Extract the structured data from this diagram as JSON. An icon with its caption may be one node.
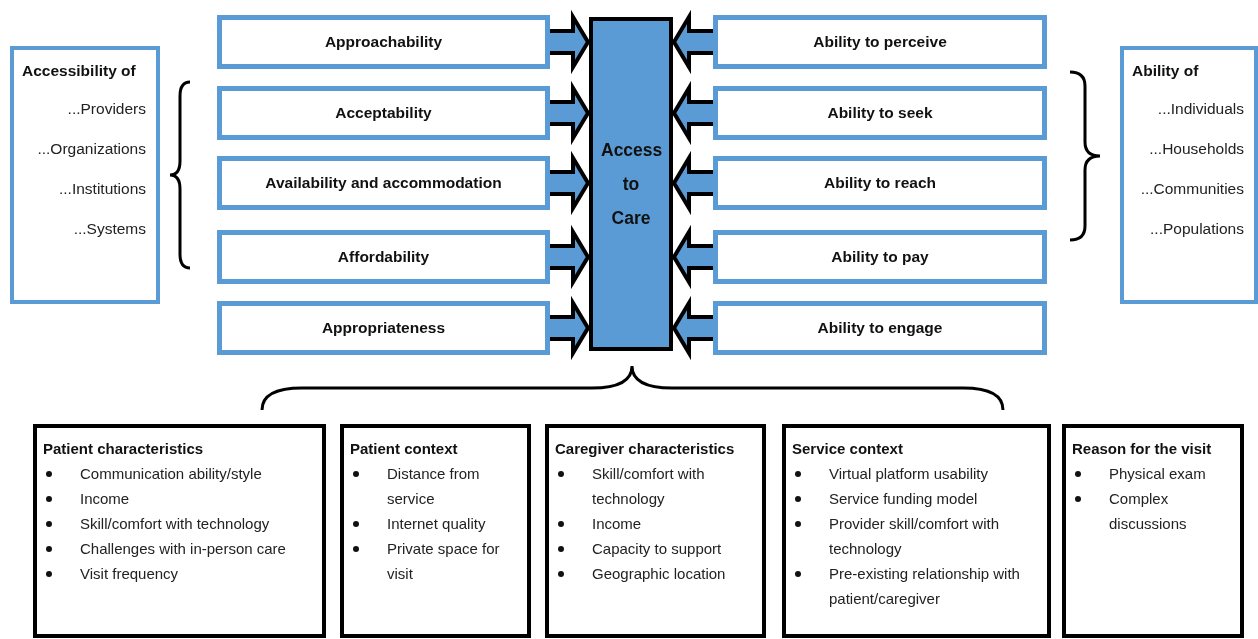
{
  "diagram": {
    "nodes": [
      {
        "text": [
          "Accessibility of",
          "...Providers",
          "...Organizations",
          "...Institutions",
          "...Systems"
        ]
      },
      {
        "text": [
          "Approachability"
        ]
      },
      {
        "text": [
          "Acceptability"
        ]
      },
      {
        "text": [
          "Availability and accommodation"
        ]
      },
      {
        "text": [
          "Affordability"
        ]
      },
      {
        "text": [
          "Appropriateness"
        ]
      },
      {
        "text": [
          "Access to Care"
        ]
      },
      {
        "text": [
          "Ability to perceive"
        ]
      },
      {
        "text": [
          "Ability to seek"
        ]
      },
      {
        "text": [
          "Ability to reach"
        ]
      },
      {
        "text": [
          "Ability to pay"
        ]
      },
      {
        "text": [
          "Ability to engage"
        ]
      },
      {
        "text": [
          "Ability of",
          "...Individuals",
          "...Households",
          "...Communities",
          "...Populations"
        ]
      },
      {
        "text": [
          "Patient characteristics",
          "Communication ability/style",
          "Income",
          "Skill/comfort with technology",
          "Challenges with in-person care",
          "Visit frequency"
        ]
      },
      {
        "text": [
          "Patient context",
          "Distance from service",
          "Internet quality",
          "Private space for visit"
        ]
      },
      {
        "text": [
          "Caregiver characteristics",
          "Skill/comfort with technology",
          "Income",
          "Capacity to support",
          "Geographic location"
        ]
      },
      {
        "text": [
          "Service context",
          "Virtual platform  usability",
          "Service funding model",
          "Provider skill/comfort with technology",
          "Pre-existing relationship with patient/caregiver"
        ]
      },
      {
        "text": [
          "Reason for the visit",
          "Physical exam",
          "Complex discussions"
        ]
      }
    ],
    "edges": [
      {
        "from": 1,
        "to": 6,
        "arrow": "to",
        "style": "thick"
      },
      {
        "from": 2,
        "to": 6,
        "arrow": "to",
        "style": "thick"
      },
      {
        "from": 3,
        "to": 6,
        "arrow": "to",
        "style": "thick"
      },
      {
        "from": 4,
        "to": 6,
        "arrow": "to",
        "style": "thick"
      },
      {
        "from": 5,
        "to": 6,
        "arrow": "to",
        "style": "thick"
      },
      {
        "from": 7,
        "to": 6,
        "arrow": "to",
        "style": "thick"
      },
      {
        "from": 8,
        "to": 6,
        "arrow": "to",
        "style": "thick"
      },
      {
        "from": 9,
        "to": 6,
        "arrow": "to",
        "style": "thick"
      },
      {
        "from": 10,
        "to": 6,
        "arrow": "to",
        "style": "thick"
      },
      {
        "from": 11,
        "to": 6,
        "arrow": "to",
        "style": "thick"
      }
    ]
  }
}
